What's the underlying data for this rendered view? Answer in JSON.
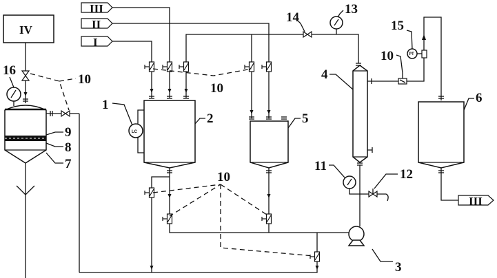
{
  "title": "Process flow diagram",
  "streams": {
    "feed_1": "I",
    "feed_2": "II",
    "feed_3": "III",
    "source_4": "IV",
    "product_3": "III"
  },
  "instruments": {
    "level_controller": "LC",
    "pressure_transmitter": "PT"
  },
  "labels": {
    "n1": "1",
    "n2": "2",
    "n3": "3",
    "n4": "4",
    "n5": "5",
    "n6": "6",
    "n7": "7",
    "n8": "8",
    "n9": "9",
    "n10a": "10",
    "n10b": "10",
    "n10c": "10",
    "n10d": "10",
    "n11": "11",
    "n12": "12",
    "n13": "13",
    "n14": "14",
    "n15": "15",
    "n16": "16"
  }
}
